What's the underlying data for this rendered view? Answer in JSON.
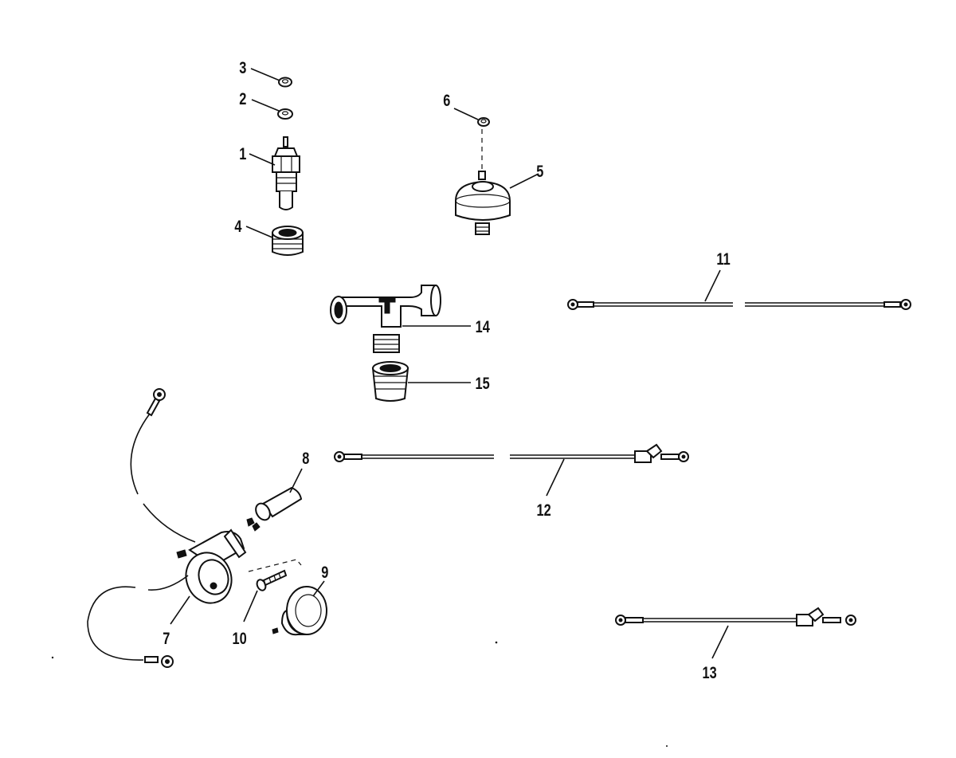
{
  "colors": {
    "ink": "#111111",
    "paper": "#ffffff"
  },
  "labels": {
    "p1": "1",
    "p2": "2",
    "p3": "3",
    "p4": "4",
    "p5": "5",
    "p6": "6",
    "p7": "7",
    "p8": "8",
    "p9": "9",
    "p10": "10",
    "p11": "11",
    "p12": "12",
    "p13": "13",
    "p14": "14",
    "p15": "15"
  }
}
